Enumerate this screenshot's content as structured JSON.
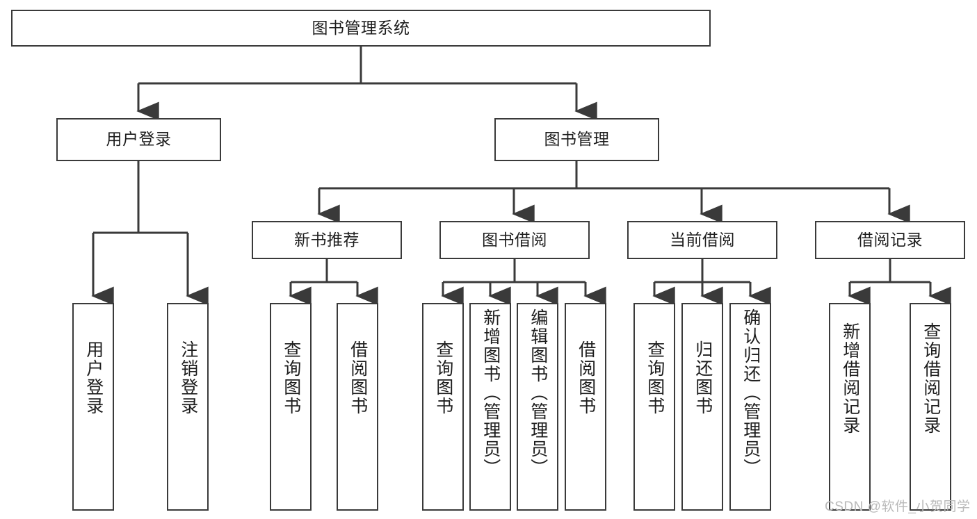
{
  "diagram": {
    "type": "tree",
    "title": "图书管理系统",
    "orientation": "top-down",
    "colors": {
      "box_border": "#3a3a3a",
      "box_fill": "#ffffff",
      "edge": "#3a3a3a",
      "text": "#1d1d1d",
      "watermark": "#b9b9b9"
    },
    "nodes": {
      "root": {
        "label": "图书管理系统",
        "level": 0
      },
      "user_login": {
        "label": "用户登录",
        "level": 1
      },
      "book_manage": {
        "label": "图书管理",
        "level": 1
      },
      "new_book_rec": {
        "label": "新书推荐",
        "level": 2
      },
      "book_borrow": {
        "label": "图书借阅",
        "level": 2
      },
      "current_borrow": {
        "label": "当前借阅",
        "level": 2
      },
      "borrow_record": {
        "label": "借阅记录",
        "level": 2
      },
      "leaf_user_login": {
        "label": "用户登录",
        "level": 2
      },
      "leaf_logout": {
        "label": "注销登录",
        "level": 2
      },
      "leaf_rec_query": {
        "label": "查询图书",
        "level": 3
      },
      "leaf_rec_borrow": {
        "label": "借阅图书",
        "level": 3
      },
      "leaf_bb_query": {
        "label": "查询图书",
        "level": 3
      },
      "leaf_bb_add": {
        "label": "新增图书（管理员）",
        "level": 3
      },
      "leaf_bb_edit": {
        "label": "编辑图书（管理员）",
        "level": 3
      },
      "leaf_bb_borrow": {
        "label": "借阅图书",
        "level": 3
      },
      "leaf_cb_query": {
        "label": "查询图书",
        "level": 3
      },
      "leaf_cb_return": {
        "label": "归还图书",
        "level": 3
      },
      "leaf_cb_confirm": {
        "label": "确认归还（管理员）",
        "level": 3
      },
      "leaf_br_add": {
        "label": "新增借阅记录",
        "level": 3
      },
      "leaf_br_query": {
        "label": "查询借阅记录",
        "level": 3
      }
    },
    "edges": [
      {
        "from": "root",
        "to": "user_login"
      },
      {
        "from": "root",
        "to": "book_manage"
      },
      {
        "from": "user_login",
        "to": "leaf_user_login"
      },
      {
        "from": "user_login",
        "to": "leaf_logout"
      },
      {
        "from": "book_manage",
        "to": "new_book_rec"
      },
      {
        "from": "book_manage",
        "to": "book_borrow"
      },
      {
        "from": "book_manage",
        "to": "current_borrow"
      },
      {
        "from": "book_manage",
        "to": "borrow_record"
      },
      {
        "from": "new_book_rec",
        "to": "leaf_rec_query"
      },
      {
        "from": "new_book_rec",
        "to": "leaf_rec_borrow"
      },
      {
        "from": "book_borrow",
        "to": "leaf_bb_query"
      },
      {
        "from": "book_borrow",
        "to": "leaf_bb_add"
      },
      {
        "from": "book_borrow",
        "to": "leaf_bb_edit"
      },
      {
        "from": "book_borrow",
        "to": "leaf_bb_borrow"
      },
      {
        "from": "current_borrow",
        "to": "leaf_cb_query"
      },
      {
        "from": "current_borrow",
        "to": "leaf_cb_return"
      },
      {
        "from": "current_borrow",
        "to": "leaf_cb_confirm"
      },
      {
        "from": "borrow_record",
        "to": "leaf_br_add"
      },
      {
        "from": "borrow_record",
        "to": "leaf_br_query"
      }
    ]
  },
  "watermark": {
    "text": "CSDN @软件_小贺同学"
  }
}
